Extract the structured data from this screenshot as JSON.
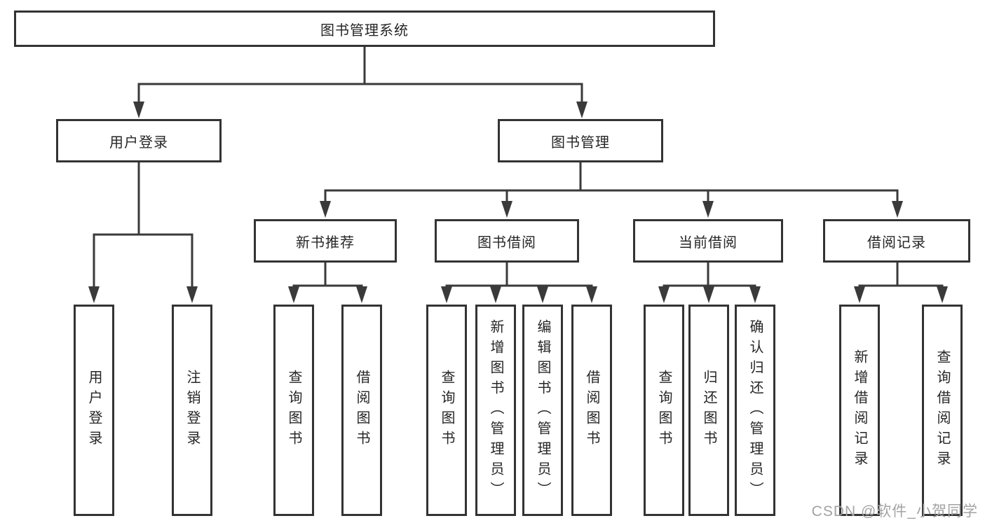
{
  "root": {
    "label": "图书管理系统"
  },
  "level2": [
    {
      "label": "用户登录"
    },
    {
      "label": "图书管理"
    }
  ],
  "level3": [
    {
      "label": "新书推荐"
    },
    {
      "label": "图书借阅"
    },
    {
      "label": "当前借阅"
    },
    {
      "label": "借阅记录"
    }
  ],
  "leaves": [
    {
      "label": "用户登录"
    },
    {
      "label": "注销登录"
    },
    {
      "label": "查询图书"
    },
    {
      "label": "借阅图书"
    },
    {
      "label": "查询图书"
    },
    {
      "label": "新增图书（管理员）"
    },
    {
      "label": "编辑图书（管理员）"
    },
    {
      "label": "借阅图书"
    },
    {
      "label": "查询图书"
    },
    {
      "label": "归还图书"
    },
    {
      "label": "确认归还（管理员）"
    },
    {
      "label": "新增借阅记录"
    },
    {
      "label": "查询借阅记录"
    }
  ],
  "watermark": {
    "text": "CSDN @软件_小贺同学"
  },
  "colors": {
    "line": "#3a3a3a",
    "border": "#333333",
    "text": "#262626",
    "watermark": "#a3a3a3"
  }
}
